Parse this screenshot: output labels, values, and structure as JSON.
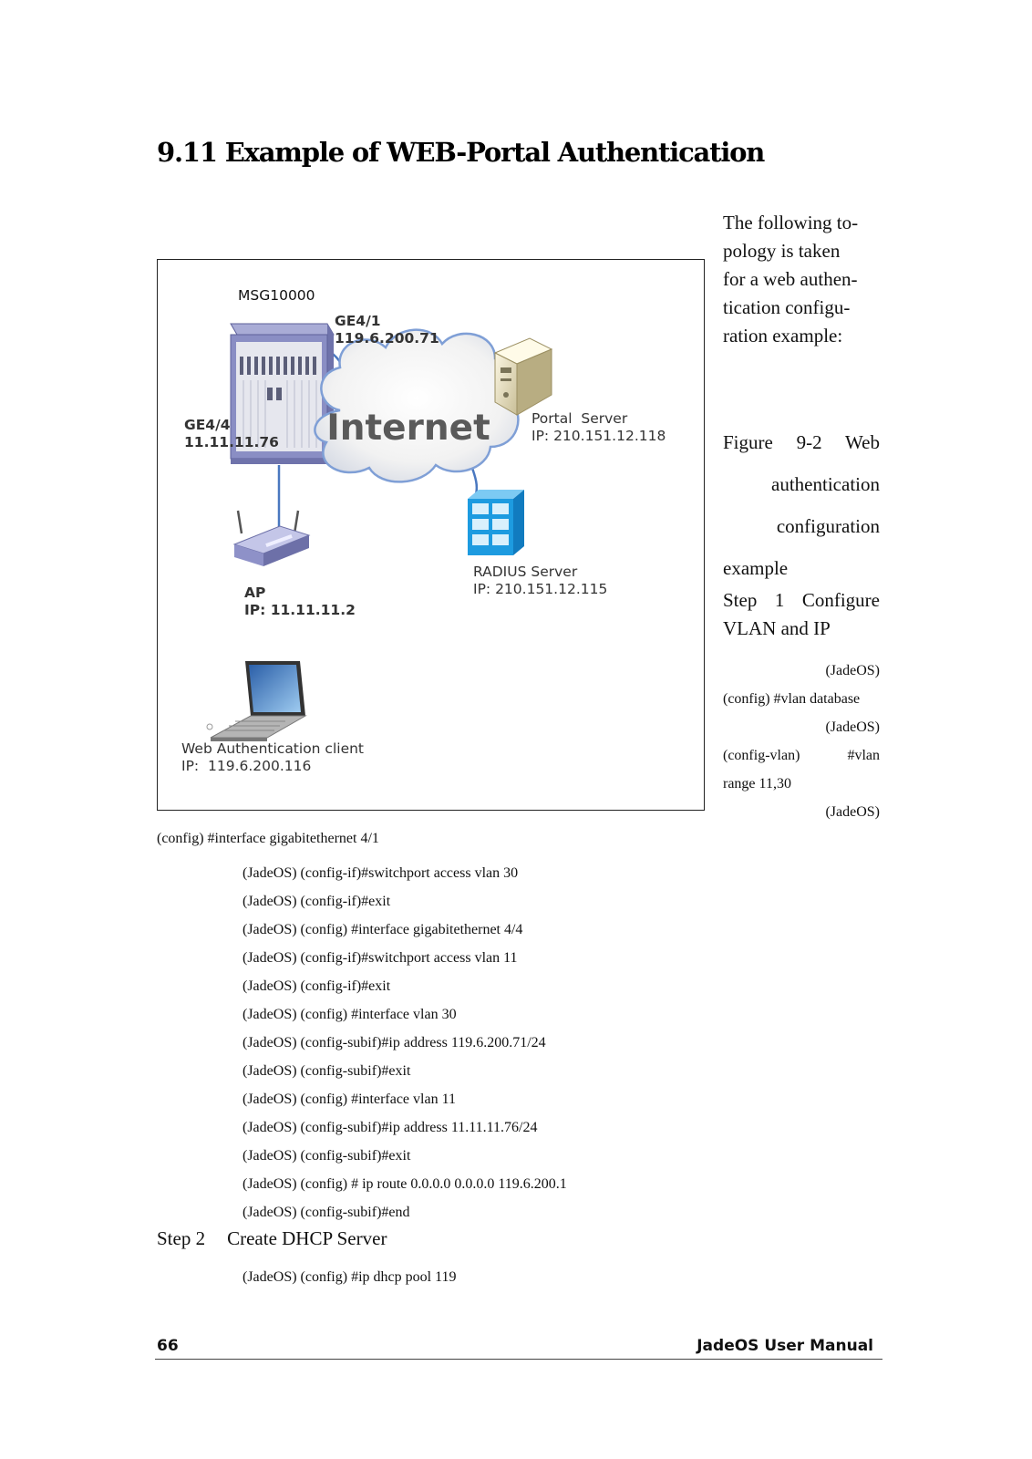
{
  "heading": "9.11 Example of WEB-Portal Authentication",
  "intro_lines": [
    "The following to-",
    "pology is taken",
    "for a web authen-",
    "tication configu-",
    "ration example:"
  ],
  "caption": {
    "line1": [
      "Figure",
      "9-2",
      "Web"
    ],
    "line2": "authentication",
    "line3": "configuration",
    "line4": "example"
  },
  "step1": {
    "line1": [
      "Step",
      "1",
      "Configure"
    ],
    "line2": "VLAN and IP"
  },
  "side_code": {
    "l1": "(JadeOS)",
    "l2": "(config) #vlan database",
    "l3": "(JadeOS)",
    "l4": [
      "(config-vlan)",
      "#vlan"
    ],
    "l5": "range 11,30",
    "l6": "(JadeOS)"
  },
  "figure": {
    "device_name": "MSG10000",
    "ge41": "GE4/1",
    "ge41_ip": "119.6.200.71",
    "ge44": "GE4/4",
    "ge44_ip": "11.11.11.76",
    "internet": "Internet",
    "portal_name": "Portal  Server",
    "portal_ip": "IP: 210.151.12.118",
    "radius_name": "RADIUS Server",
    "radius_ip": "IP: 210.151.12.115",
    "ap_name": "AP",
    "ap_ip": "IP: 11.11.11.2",
    "client_name": "Web Authentication client",
    "client_ip": "IP:  119.6.200.116",
    "colors": {
      "line": "#4a78c0",
      "cloud_edge": "#7f9fd6",
      "radius": "#1d9be0",
      "chassis": "#7b7fb6"
    }
  },
  "code_first": "(config) #interface gigabitethernet 4/1",
  "code_lines": [
    "(JadeOS) (config-if)#switchport access vlan 30",
    "(JadeOS) (config-if)#exit",
    "(JadeOS) (config) #interface gigabitethernet 4/4",
    "(JadeOS) (config-if)#switchport access vlan 11",
    "(JadeOS) (config-if)#exit",
    "(JadeOS) (config) #interface vlan 30",
    "(JadeOS) (config-subif)#ip address 119.6.200.71/24",
    "(JadeOS) (config-subif)#exit",
    "(JadeOS) (config) #interface vlan 11",
    "(JadeOS) (config-subif)#ip address 11.11.11.76/24",
    "(JadeOS) (config-subif)#exit",
    "(JadeOS) (config) # ip route 0.0.0.0 0.0.0.0 119.6.200.1",
    "(JadeOS) (config-subif)#end"
  ],
  "step2": {
    "label": "Step 2",
    "title": "Create DHCP Server"
  },
  "code_step2": "(JadeOS) (config) #ip dhcp pool 119",
  "footer": {
    "page": "66",
    "title": "JadeOS User Manual"
  }
}
